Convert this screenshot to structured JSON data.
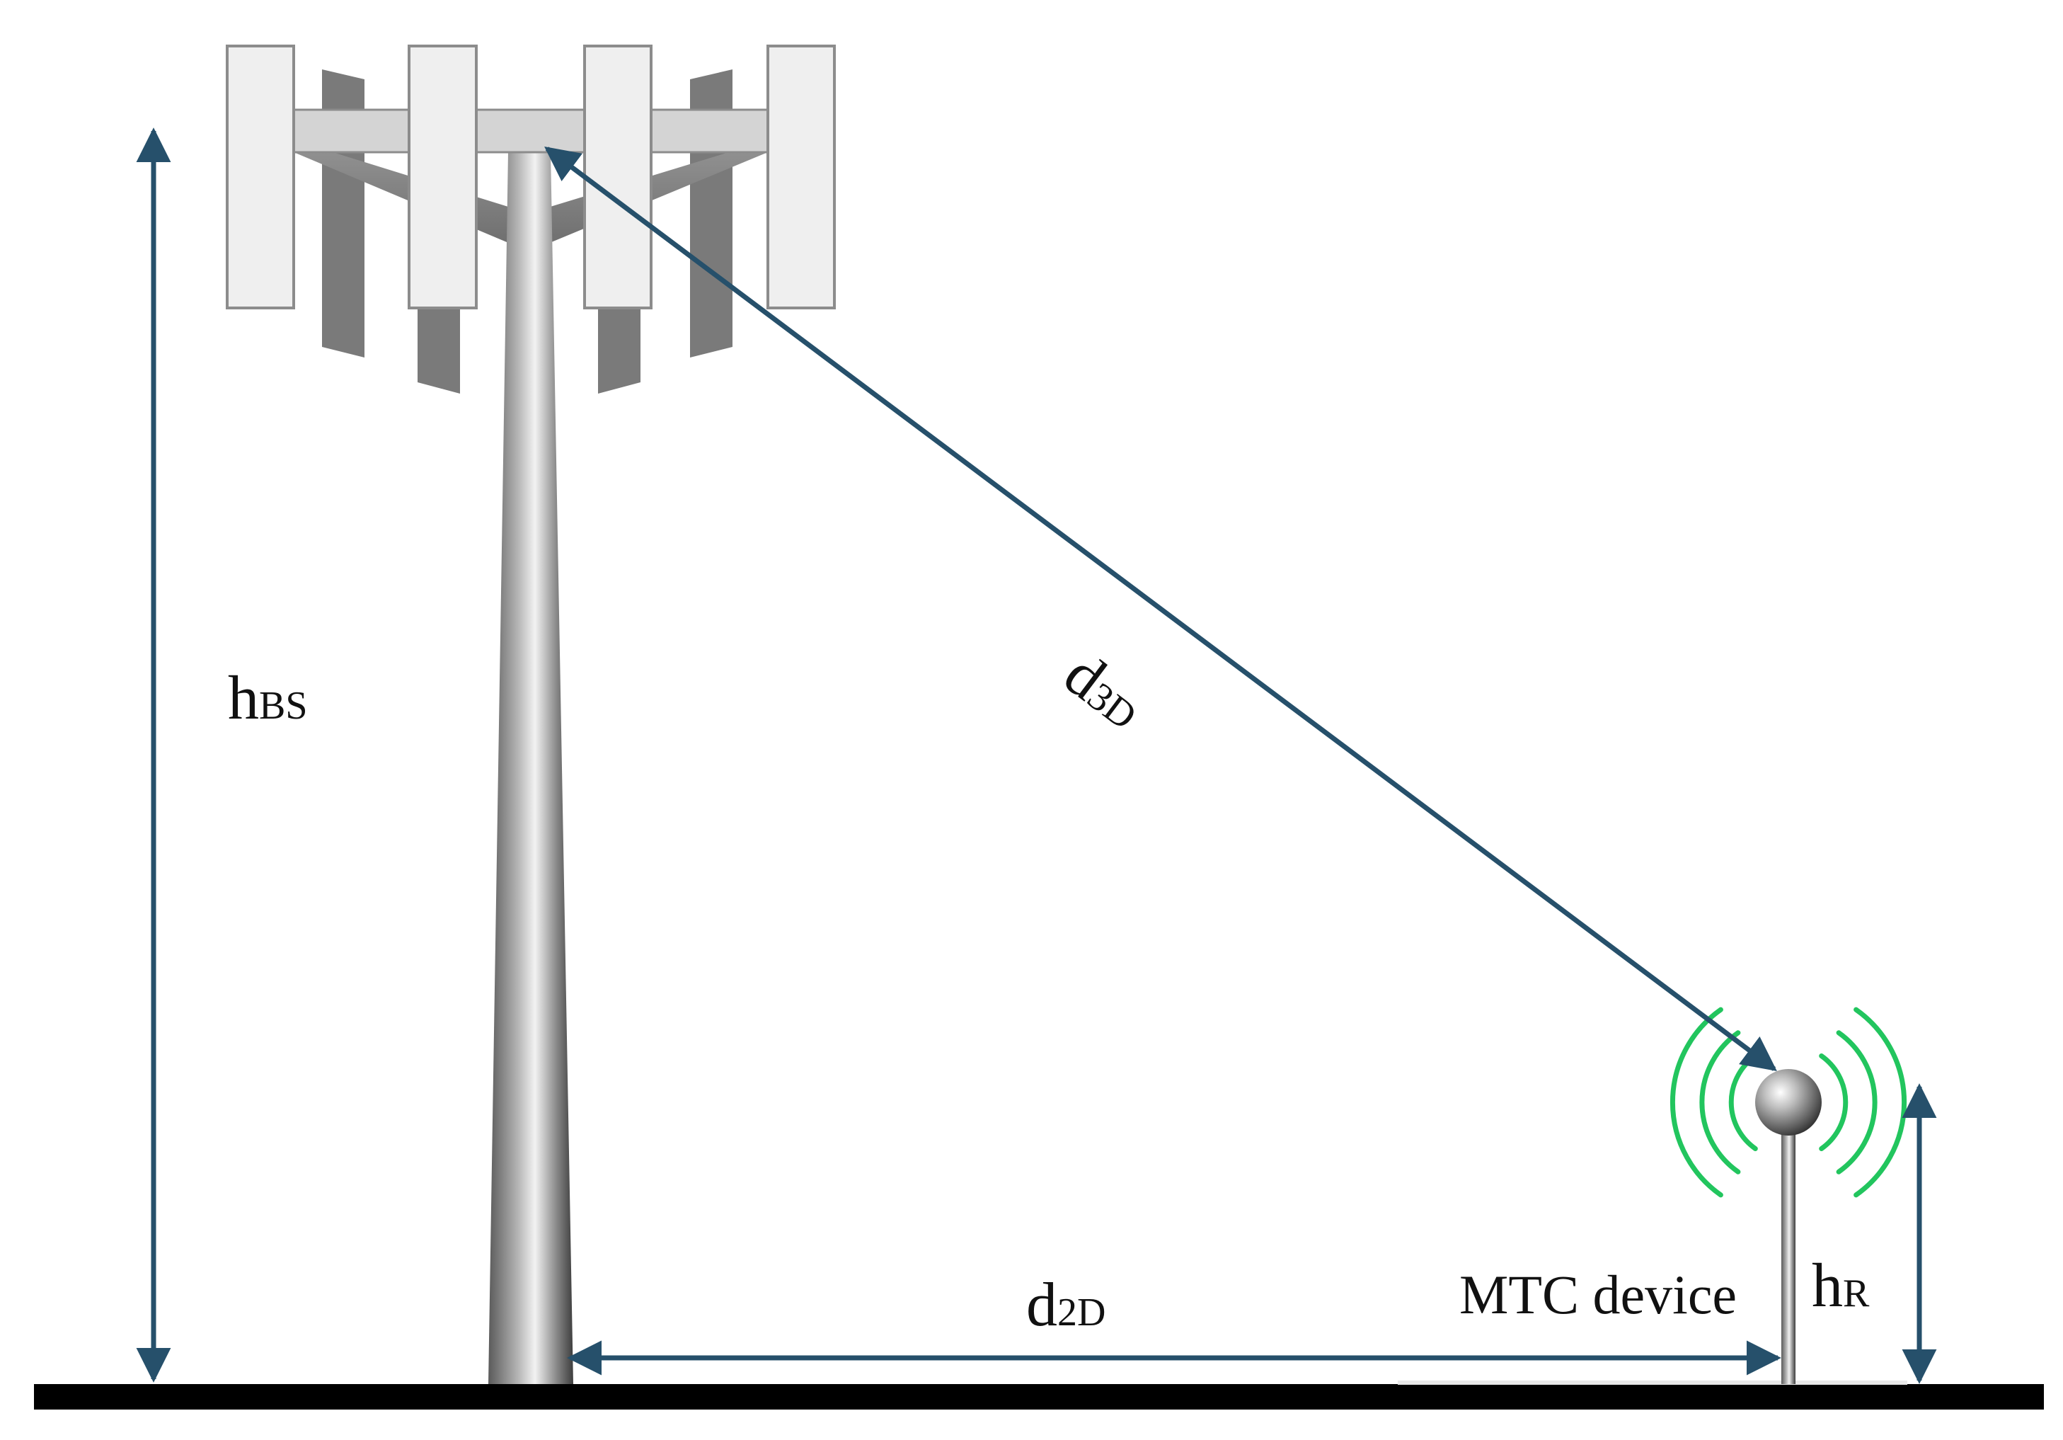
{
  "labels": {
    "h_bs": {
      "main": "h",
      "sub": "BS"
    },
    "d_3d": {
      "main": "d",
      "sub": "3D"
    },
    "d_2d": {
      "main": "d",
      "sub": "2D"
    },
    "h_r": {
      "main": "h",
      "sub": "R"
    },
    "device": "MTC device"
  },
  "colors": {
    "arrow": "#26506b",
    "ground": "#000000",
    "waves": "#22c55e",
    "panel_fill": "#efefef",
    "panel_stroke": "#8c8c8c",
    "bar_fill": "#d4d4d4",
    "dark_panel": "#7a7a7a"
  }
}
